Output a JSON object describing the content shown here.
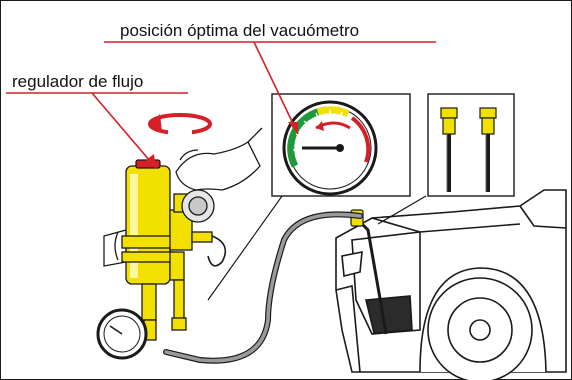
{
  "labels": {
    "optimal_position": "posición óptima del vacuómetro",
    "flow_regulator": "regulador de flujo"
  },
  "colors": {
    "leader_line": "#d61f26",
    "regulator_body": "#f2e000",
    "gauge_good_zone": "#1f9a3a",
    "gauge_warning_zone": "#f2e000",
    "gauge_bad_zone": "#d61f26",
    "rotation_arrow": "#d61f26",
    "hose": "#9a9a9a"
  },
  "icons": {
    "rotation": "rotation-arrow-icon",
    "gauge_detail": "vacuum-gauge-detail",
    "nozzle_detail": "nozzle-detail",
    "car": "car-front-illustration"
  }
}
